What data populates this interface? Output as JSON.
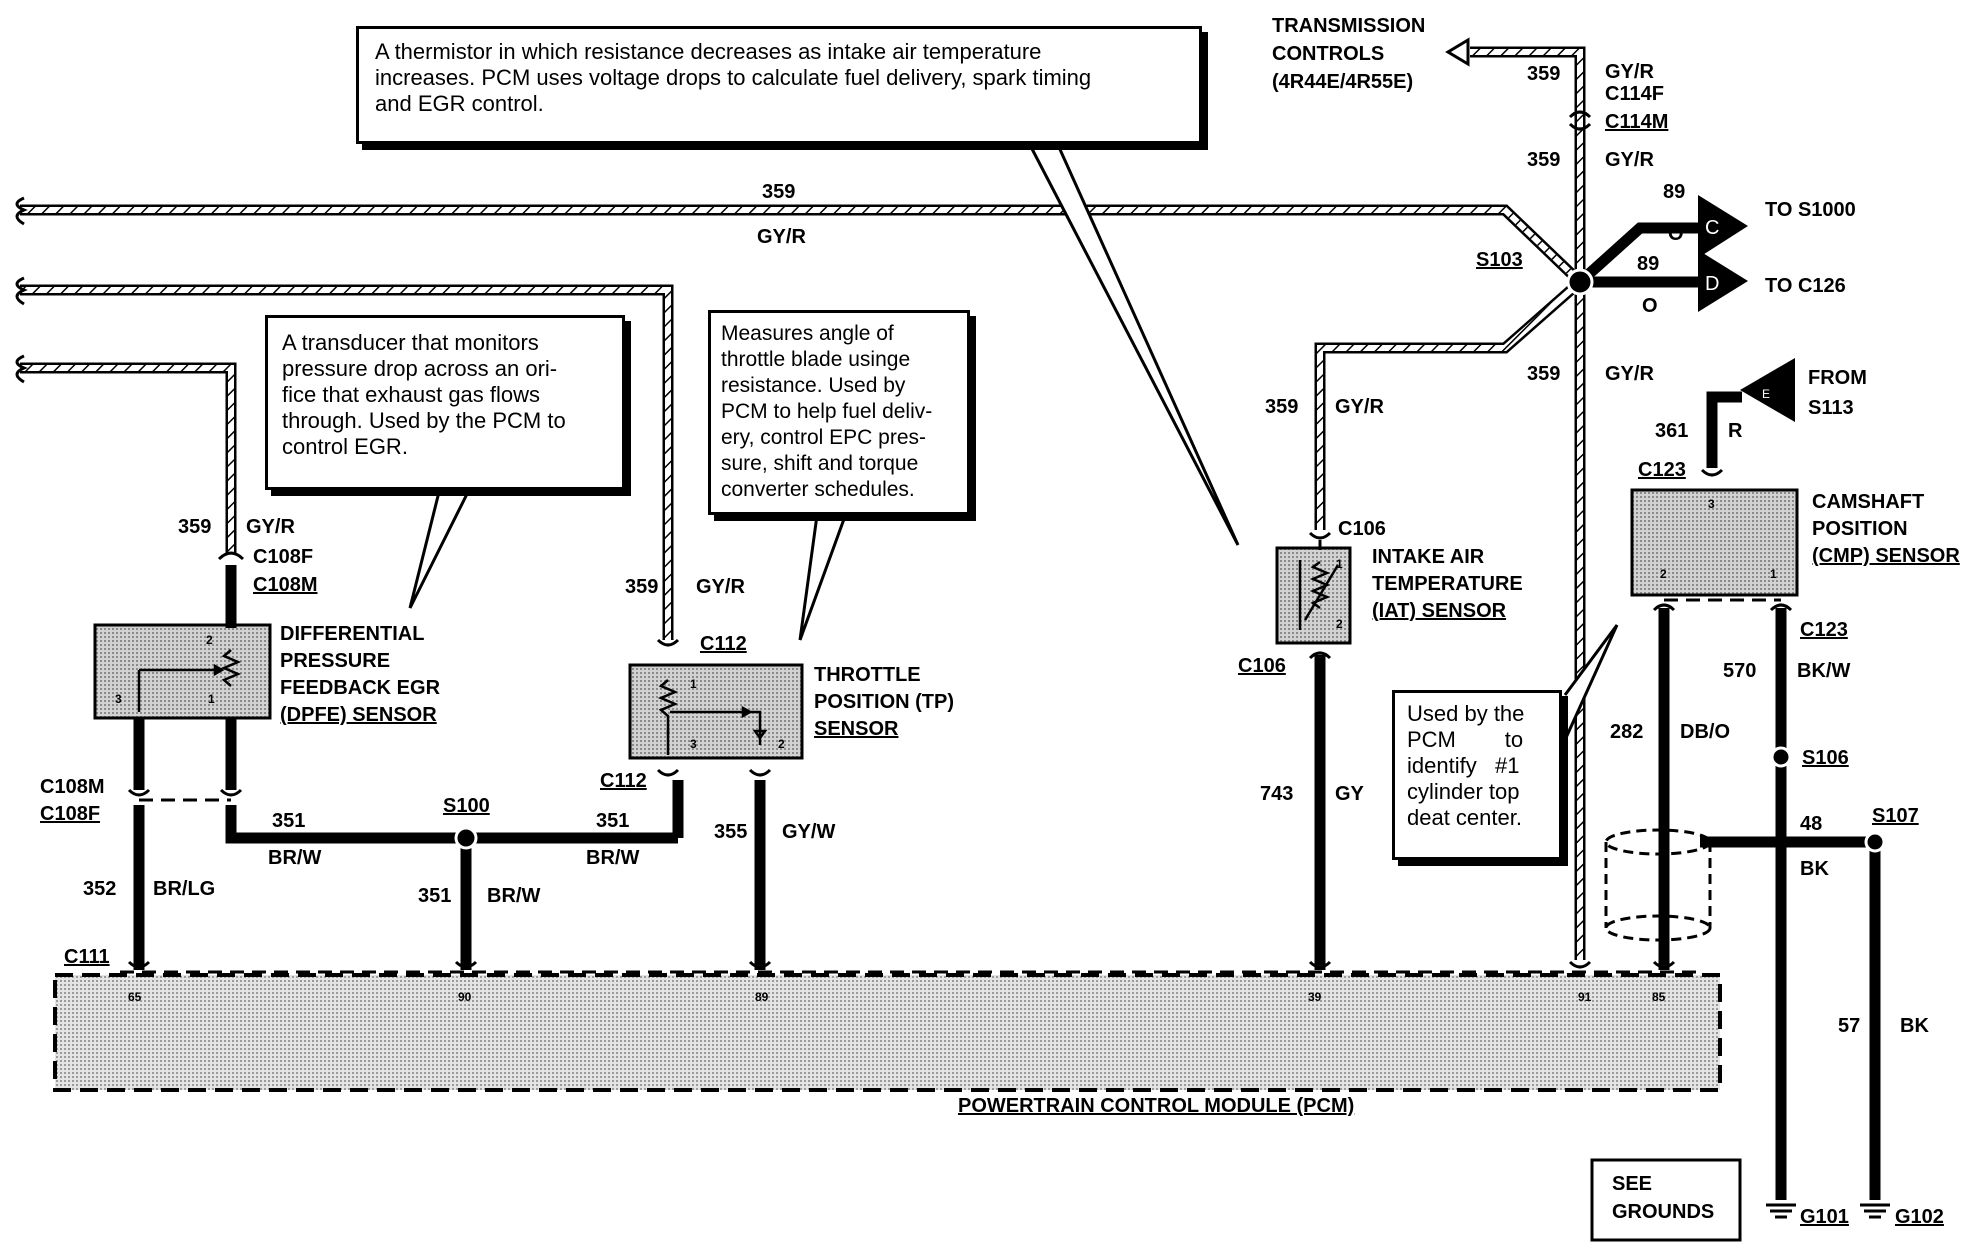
{
  "callouts": {
    "thermistor": [
      "A thermistor in which resistance decreases as intake air  temperature",
      "increases. PCM uses voltage drops to calculate fuel delivery, spark timing",
      "and EGR control."
    ],
    "dpfe": [
      "A transducer that monitors",
      "pressure drop across an ori-",
      "fice that exhaust gas flows",
      "through. Used by the PCM to",
      "control EGR."
    ],
    "tp": [
      "Measures  angle  of",
      "throttle blade usinge",
      "resistance.  Used by",
      "PCM to help fuel deliv-",
      "ery, control EPC pres-",
      "sure, shift and torque",
      "converter schedules."
    ],
    "cmp": [
      "Used by the",
      "PCM        to",
      "identify   #1",
      "cylinder top",
      "deat center."
    ]
  },
  "components": {
    "pcm": "POWERTRAIN CONTROL MODULE (PCM)",
    "dpfe": [
      "DIFFERENTIAL",
      "PRESSURE",
      "FEEDBACK EGR",
      "(DPFE) SENSOR"
    ],
    "tp": [
      "THROTTLE",
      "POSITION (TP)",
      "SENSOR"
    ],
    "iat": [
      "INTAKE AIR",
      "TEMPERATURE",
      "(IAT) SENSOR"
    ],
    "cmp": [
      "CAMSHAFT",
      "POSITION",
      "(CMP) SENSOR"
    ],
    "trans": [
      "TRANSMISSION",
      "CONTROLS",
      "(4R44E/4R55E)"
    ],
    "see_grounds": [
      "SEE",
      "GROUNDS"
    ]
  },
  "connectors": {
    "c108f_top": "C108F",
    "c108m_top": "C108M",
    "c108m_bot": "C108M",
    "c108f_bot": "C108F",
    "c111": "C111",
    "c112_top": "C112",
    "c112_bot": "C112",
    "c106_top": "C106",
    "c106_bot": "C106",
    "c114f": "C114F",
    "c114m": "C114M",
    "c123_top": "C123",
    "c123_bot": "C123"
  },
  "splices": {
    "s100": "S100",
    "s103": "S103",
    "s106": "S106",
    "s107": "S107"
  },
  "grounds": {
    "g101": "G101",
    "g102": "G102"
  },
  "refs": {
    "c": "C",
    "d": "D",
    "e": "E",
    "to_s1000": "TO S1000",
    "to_c126": "TO C126",
    "from": "FROM",
    "s113": "S113"
  },
  "wires": {
    "w359_main": "359",
    "gyr_main": "GY/R",
    "w359_dpfe": "359",
    "gyr_dpfe": "GY/R",
    "w359_tp": "359",
    "gyr_tp": "GY/R",
    "w359_iat": "359",
    "gyr_iat": "GY/R",
    "w359_top": "359",
    "gyr_top": "GY/R",
    "w359_mid": "359",
    "gyr_mid": "GY/R",
    "w359_low": "359",
    "gyr_low": "GY/R",
    "w89_c": "89",
    "o_c": "O",
    "w89_d": "89",
    "o_d": "O",
    "w361": "361",
    "r361": "R",
    "w351_a": "351",
    "brw_a": "BR/W",
    "w351_b": "351",
    "brw_b": "BR/W",
    "w351_c": "351",
    "brw_c": "BR/W",
    "w352": "352",
    "brlg": "BR/LG",
    "w355": "355",
    "gyw": "GY/W",
    "w743": "743",
    "gy743": "GY",
    "w282": "282",
    "dbo": "DB/O",
    "w570": "570",
    "bkw": "BK/W",
    "w48": "48",
    "bk48": "BK",
    "w57": "57",
    "bk57": "BK"
  },
  "pins": {
    "pcm_65": "65",
    "pcm_90": "90",
    "pcm_89": "89",
    "pcm_39": "39",
    "pcm_91": "91",
    "pcm_85": "85",
    "dpfe_1": "1",
    "dpfe_2": "2",
    "dpfe_3": "3",
    "tp_1": "1",
    "tp_2": "2",
    "tp_3": "3",
    "iat_1": "1",
    "iat_2": "2",
    "cmp_1": "1",
    "cmp_2": "2",
    "cmp_3": "3"
  }
}
